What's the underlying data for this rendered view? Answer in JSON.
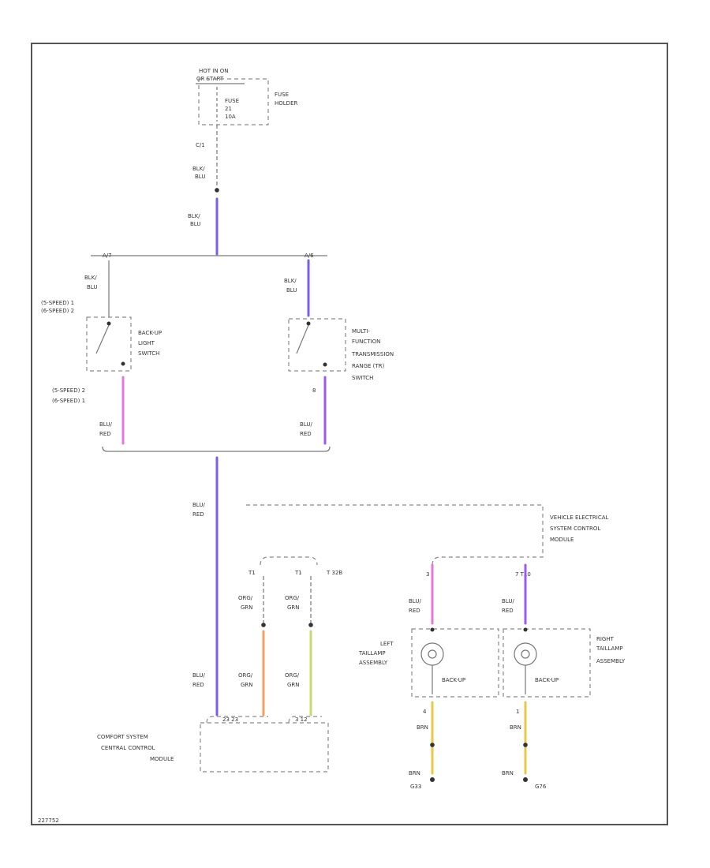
{
  "hot_bus": {
    "l1": "HOT IN ON",
    "l2": "OR START"
  },
  "fuse": {
    "l1": "FUSE",
    "l2": "21",
    "l3": "10A",
    "holder1": "FUSE",
    "holder2": "HOLDER",
    "pin": "C/1"
  },
  "top_wire1": {
    "l1": "BLK/",
    "l2": "BLU"
  },
  "top_wire2": {
    "l1": "BLK/",
    "l2": "BLU"
  },
  "left_branch": {
    "term": "A/7",
    "w1": "BLK/",
    "w2": "BLU",
    "spd1": "(5-SPEED)  1",
    "spd2": "(6-SPEED)  2"
  },
  "right_branch": {
    "term": "A/6",
    "w1": "BLK/",
    "w2": "BLU"
  },
  "backup_switch": {
    "l1": "BACK-UP",
    "l2": "LIGHT",
    "l3": "SWITCH"
  },
  "mf_switch": {
    "l1": "MULTI-",
    "l2": "FUNCTION",
    "l3": "TRANSMISSION",
    "l4": "RANGE (TR)",
    "l5": "SWITCH"
  },
  "left_bottom": {
    "spd1": "(5-SPEED)  2",
    "spd2": "(6-SPEED)  1",
    "w1": "BLU/",
    "w2": "RED"
  },
  "right_bottom": {
    "pin": "8",
    "w1": "BLU/",
    "w2": "RED"
  },
  "trunk": {
    "w1": "BLU/",
    "w2": "RED",
    "w3": "BLU/",
    "w4": "RED"
  },
  "vesm": {
    "l1": "VEHICLE ELECTRICAL",
    "l2": "SYSTEM CONTROL",
    "l3": "MODULE"
  },
  "csm_top": {
    "p1": "T1",
    "p2": "T1",
    "p3": "T 32B"
  },
  "orange_wire": {
    "w1": "ORG/",
    "w2": "GRN",
    "w3": "ORG/",
    "w4": "GRN"
  },
  "green_wire": {
    "w1": "ORG/",
    "w2": "GRN",
    "w3": "ORG/",
    "w4": "GRN"
  },
  "csm": {
    "l1": "COMFORT SYSTEM",
    "l2": "CENTRAL CONTROL",
    "l3": "MODULE",
    "p1": "23  23",
    "p2": "3  12"
  },
  "vesm_pins": {
    "p1": "3",
    "p2": "7  T10"
  },
  "left_lamp": {
    "w1": "BLU/",
    "w2": "RED",
    "l1": "LEFT",
    "l2": "TAILLAMP",
    "l3": "ASSEMBLY",
    "bulb": "BACK-UP",
    "pin": "4",
    "w3": "BRN",
    "w4": "BRN",
    "ground": "G33"
  },
  "right_lamp": {
    "w1": "BLU/",
    "w2": "RED",
    "l1": "RIGHT",
    "l2": "TAILLAMP",
    "l3": "ASSEMBLY",
    "bulb": "BACK-UP",
    "pin": "1",
    "w3": "BRN",
    "w4": "BRN",
    "ground": "G76"
  },
  "footer": {
    "code": "227752"
  },
  "colors": {
    "blue_violet": "#7b5cf0",
    "pink": "#e07ad8",
    "violet": "#9a5cf0",
    "orange": "#f0a060",
    "yellow_green": "#c8d870",
    "yellow": "#e6c84a"
  }
}
